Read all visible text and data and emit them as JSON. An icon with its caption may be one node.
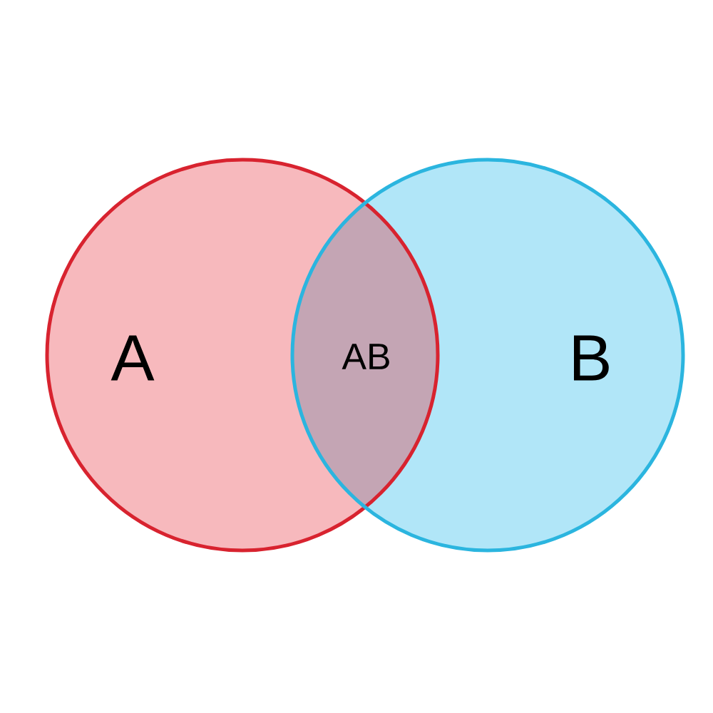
{
  "diagram": {
    "nodes": [
      {
        "text": [
          "A"
        ]
      },
      {
        "text": [
          "B"
        ]
      },
      {
        "text": [
          "AB"
        ]
      }
    ]
  }
}
